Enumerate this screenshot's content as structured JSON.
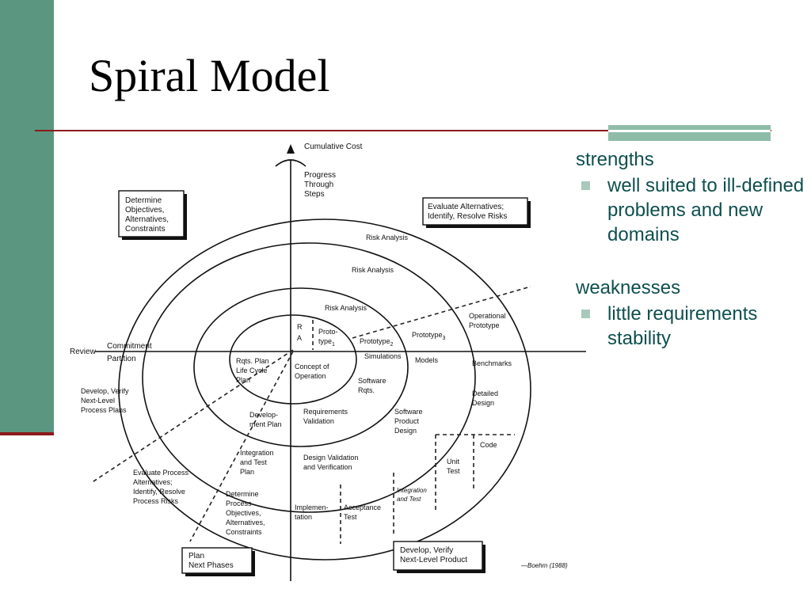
{
  "slide": {
    "title": "Spiral Model"
  },
  "strengths": {
    "heading": "strengths",
    "items": [
      "well suited to ill-defined problems and new domains"
    ]
  },
  "weaknesses": {
    "heading": "weaknesses",
    "items": [
      "little requirements stability"
    ]
  },
  "diagram": {
    "axis": {
      "cost": "Cumulative Cost",
      "progress": [
        "Progress",
        "Through",
        "Steps"
      ],
      "review": "Review",
      "commitment": "Commitment",
      "partition": "Partition"
    },
    "quadrant_boxes": {
      "objectives": [
        "Determine",
        "Objectives,",
        "Alternatives,",
        "Constraints"
      ],
      "evaluate": [
        "Evaluate Alternatives;",
        "Identify, Resolve Risks"
      ],
      "plan": [
        "Plan",
        "Next Phases"
      ],
      "develop": [
        "Develop, Verify",
        "Next-Level Product"
      ]
    },
    "labels": {
      "risk1": "Risk Analysis",
      "risk2": "Risk Analysis",
      "risk3": "Risk Analysis",
      "ra_r": "R",
      "ra_a": "A",
      "proto1": [
        "Proto-",
        "type"
      ],
      "proto1_sub": "1",
      "proto2": "Prototype",
      "proto2_sub": "2",
      "proto3": "Prototype",
      "proto3_sub": "3",
      "operational": [
        "Operational",
        "Prototype"
      ],
      "simulations": "Simulations",
      "models": "Models",
      "benchmarks": "Benchmarks",
      "rqts_plan": [
        "Rqts. Plan",
        "Life Cycle",
        "Plan"
      ],
      "concept": [
        "Concept of",
        "Operation"
      ],
      "software_rqts": [
        "Software",
        "Rqts."
      ],
      "detailed_design": [
        "Detailed",
        "Design"
      ],
      "dev_plan": [
        "Develop-",
        "ment Plan"
      ],
      "req_validation": [
        "Requirements",
        "Validation"
      ],
      "software_product": [
        "Software",
        "Product",
        "Design"
      ],
      "code": "Code",
      "unit_test": [
        "Unit",
        "Test"
      ],
      "integ_plan": [
        "Integration",
        "and Test",
        "Plan"
      ],
      "design_validation": [
        "Design Validation",
        "and Verification"
      ],
      "integ_test": [
        "Integration",
        "and Test"
      ],
      "implementation": [
        "Implemen-",
        "tation"
      ],
      "acceptance": [
        "Acceptance",
        "Test"
      ],
      "develop_verify_plans": [
        "Develop, Verify",
        "Next-Level",
        "Process Plans"
      ],
      "evaluate_process": [
        "Evaluate Process",
        "Alternatives;",
        "Identify, Resolve",
        "Process Risks"
      ],
      "determine_process": [
        "Determine",
        "Process",
        "Objectives,",
        "Alternatives,",
        "Constraints"
      ],
      "credit": "—Boehm (1988)"
    }
  }
}
